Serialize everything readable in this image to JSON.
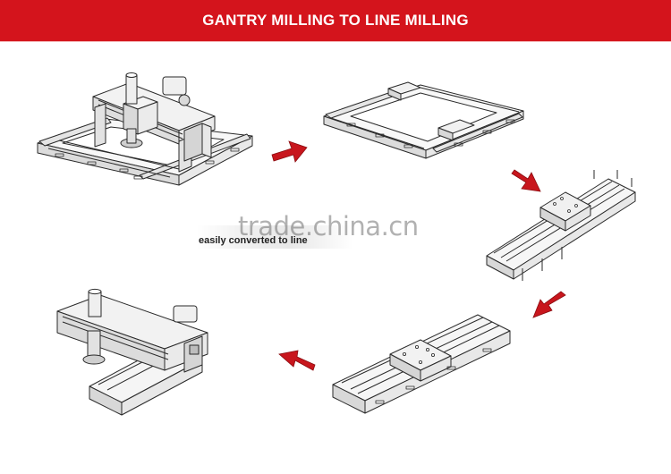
{
  "header": {
    "title": "GANTRY MILLING TO LINE MILLING",
    "background": "#d4141c",
    "text_color": "#ffffff"
  },
  "watermark": {
    "text": "trade.china.cn"
  },
  "caption": {
    "text": "easily converted to line"
  },
  "diagram": {
    "stages": [
      {
        "id": "gantry-milling-machine"
      },
      {
        "id": "gantry-frame"
      },
      {
        "id": "rotated-single-axis"
      },
      {
        "id": "line-milling-rail"
      },
      {
        "id": "line-milling-machine"
      }
    ],
    "arrow_color": "#c8161d",
    "arrows": [
      {
        "from": "gantry-milling-machine",
        "to": "gantry-frame"
      },
      {
        "from": "gantry-frame",
        "to": "rotated-single-axis"
      },
      {
        "from": "rotated-single-axis",
        "to": "line-milling-rail"
      },
      {
        "from": "line-milling-rail",
        "to": "line-milling-machine"
      }
    ]
  }
}
